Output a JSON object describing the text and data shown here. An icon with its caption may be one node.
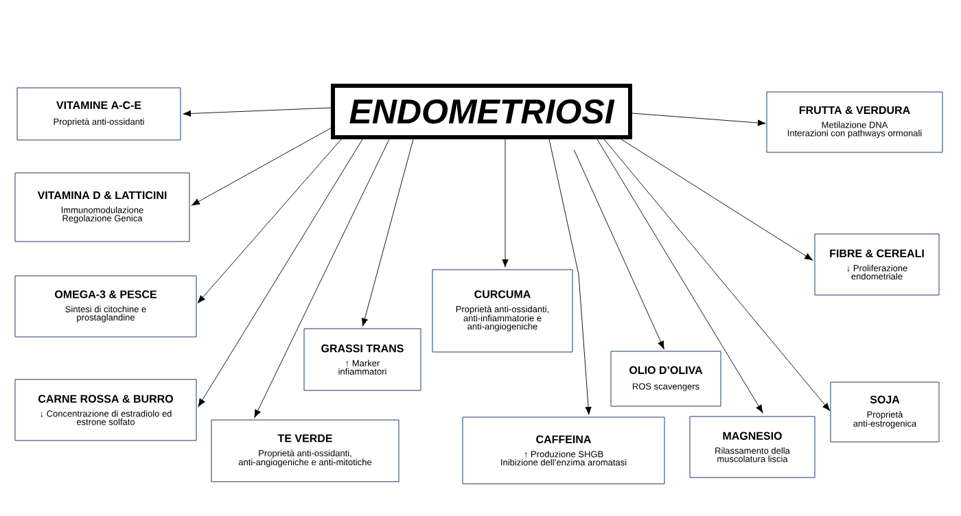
{
  "diagram": {
    "nodes": [
      {
        "text": [
          "ENDOMETRIOSI"
        ]
      },
      {
        "text": [
          "VITAMINE A-C-E",
          "Proprietà anti-ossidanti"
        ]
      },
      {
        "text": [
          "FRUTTA & VERDURA",
          "Metilazione DNA",
          "Interazioni con pathways ormonali"
        ]
      },
      {
        "text": [
          "VITAMINA D & LATTICINI",
          "Immunomodulazione",
          "Regolazione Genica"
        ]
      },
      {
        "text": [
          "FIBRE & CEREALI",
          "↓ Proliferazione endometriale"
        ]
      },
      {
        "text": [
          "CURCUMA",
          "Proprietà anti-ossidanti, anti-infiammatorie e anti-angiogeniche"
        ]
      },
      {
        "text": [
          "OMEGA-3 & PESCE",
          "Sintesi di citochine e prostaglandine"
        ]
      },
      {
        "text": [
          "GRASSI TRANS",
          "↑ Marker infiammatori"
        ]
      },
      {
        "text": [
          "OLIO D’OLIVA",
          "ROS scavengers"
        ]
      },
      {
        "text": [
          "CARNE ROSSA & BURRO",
          "↓ Concentrazione di estradiolo ed estrone solfato"
        ]
      },
      {
        "text": [
          "SOJA",
          "Proprietà anti-estrogenica"
        ]
      },
      {
        "text": [
          "TE VERDE",
          "Proprietà anti-ossidanti, anti-angiogeniche e anti-mitotiche"
        ]
      },
      {
        "text": [
          "CAFFEINA",
          "↑ Produzione SHGB",
          "Inibizione dell’enzima aromatasi"
        ]
      },
      {
        "text": [
          "MAGNESIO",
          "Rilassamento della muscolatura liscia"
        ]
      }
    ],
    "edges": [
      {
        "from": 0,
        "to": 1,
        "arrow": "to"
      },
      {
        "from": 0,
        "to": 2,
        "arrow": "to"
      },
      {
        "from": 0,
        "to": 3,
        "arrow": "to"
      },
      {
        "from": 0,
        "to": 4,
        "arrow": "to"
      },
      {
        "from": 0,
        "to": 5,
        "arrow": "to"
      },
      {
        "from": 0,
        "to": 6,
        "arrow": "to"
      },
      {
        "from": 0,
        "to": 7,
        "arrow": "to"
      },
      {
        "from": 0,
        "to": 8,
        "arrow": "to"
      },
      {
        "from": 0,
        "to": 9,
        "arrow": "to"
      },
      {
        "from": 0,
        "to": 10,
        "arrow": "to"
      },
      {
        "from": 0,
        "to": 11,
        "arrow": "to"
      },
      {
        "from": 0,
        "to": 12,
        "arrow": "to"
      },
      {
        "from": 0,
        "to": 13,
        "arrow": "to"
      }
    ]
  }
}
